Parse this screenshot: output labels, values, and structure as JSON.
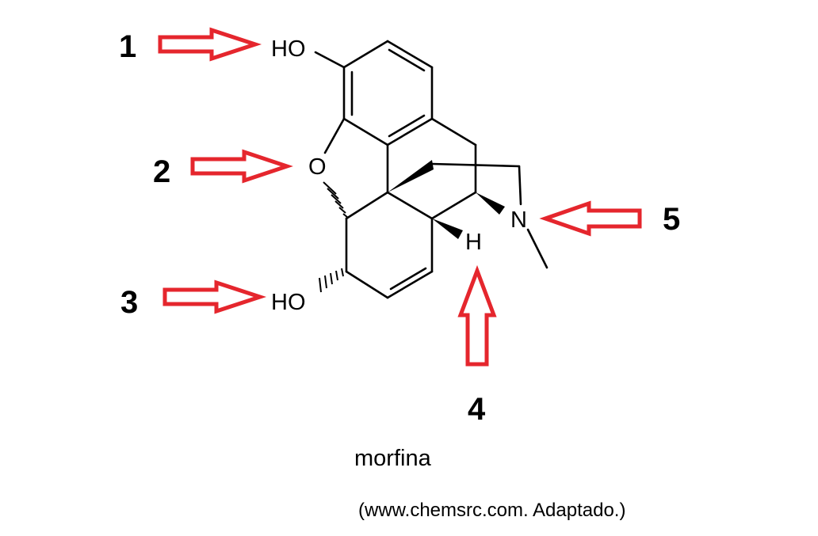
{
  "molecule": {
    "atoms": {
      "ho_top": "HO",
      "o_ring": "O",
      "ho_bottom": "HO",
      "h_label": "H",
      "n_label": "N"
    },
    "name": "morfina",
    "source": "(www.chemsrc.com. Adaptado.)"
  },
  "markers": [
    {
      "label": "1",
      "points_to": "ho_top",
      "direction": "right"
    },
    {
      "label": "2",
      "points_to": "o_ring",
      "direction": "right"
    },
    {
      "label": "3",
      "points_to": "ho_bottom",
      "direction": "right"
    },
    {
      "label": "4",
      "points_to": "h_label",
      "direction": "up"
    },
    {
      "label": "5",
      "points_to": "n_label",
      "direction": "left"
    }
  ],
  "colors": {
    "arrow_stroke": "#e5262d",
    "arrow_fill": "#ffffff",
    "ink": "#000000"
  }
}
